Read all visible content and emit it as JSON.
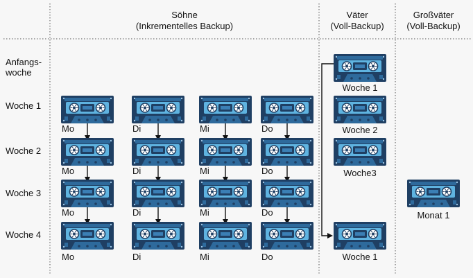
{
  "headers": {
    "sons_title": "Söhne",
    "sons_sub": "(Inkrementelles Backup)",
    "fathers_title": "Väter",
    "fathers_sub": "(Voll-Backup)",
    "grandfathers_title": "Großväter",
    "grandfathers_sub": "(Voll-Backup)"
  },
  "row_labels": {
    "start_line1": "Anfangs-",
    "start_line2": "woche",
    "week1": "Woche 1",
    "week2": "Woche 2",
    "week3": "Woche 3",
    "week4": "Woche 4"
  },
  "days": [
    "Mo",
    "Di",
    "Mi",
    "Do"
  ],
  "fathers": {
    "start": "Woche 1",
    "week1": "Woche 2",
    "week2": "Woche3",
    "week4": "Woche 1"
  },
  "grandfathers": {
    "week3": "Monat 1"
  },
  "colors": {
    "tape_dark": "#1f3f63",
    "tape_mid": "#2e6a9c",
    "tape_light": "#5fb3e0",
    "divider": "#555555",
    "arrow": "#111111"
  }
}
